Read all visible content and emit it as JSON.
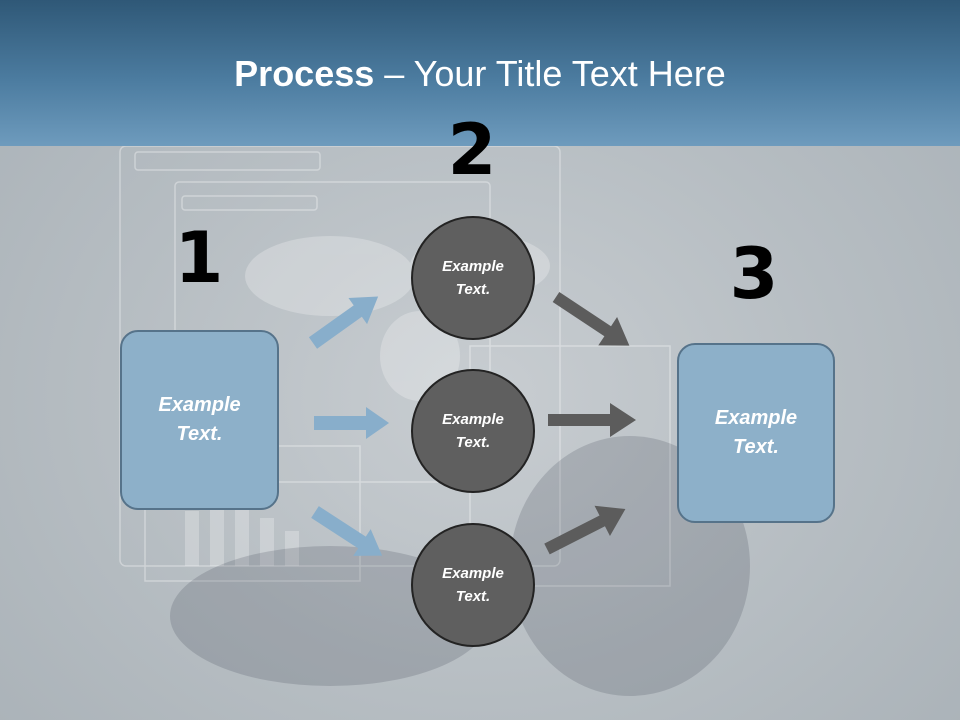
{
  "title": {
    "bold": "Process",
    "rest": " – Your Title Text Here"
  },
  "steps": {
    "one": "1",
    "two": "2",
    "three": "3"
  },
  "left_box": {
    "label": "Example\nText."
  },
  "right_box": {
    "label": "Example\nText."
  },
  "circles": [
    {
      "label": "Example\nText."
    },
    {
      "label": "Example\nText."
    },
    {
      "label": "Example\nText."
    }
  ],
  "colors": {
    "header": "#4c7ca0",
    "box_fill": "#8db0c9",
    "circle_fill": "#5f5f5f",
    "blue_arrow": "#88aecb",
    "gray_arrow": "#5c5c5c"
  }
}
